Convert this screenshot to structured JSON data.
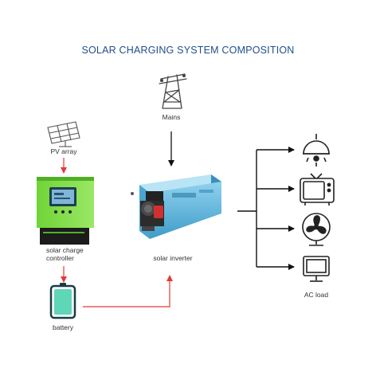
{
  "title": "SOLAR CHARGING SYSTEM COMPOSITION",
  "nodes": {
    "mains": "Mains",
    "pv_array": "PV array",
    "controller_line1": "solar charge",
    "controller_line2": "controller",
    "inverter": "solar inverter",
    "battery": "battery",
    "ac_load": "AC load"
  },
  "colors": {
    "title": "#1f4e8c",
    "controller_green": "#6fd437",
    "controller_body": "#1c1c1c",
    "inverter_blue": "#5fb8e0",
    "battery_teal": "#5fd6b8",
    "arrow_red": "#e53935",
    "arrow_black": "#111111"
  },
  "icons": [
    "transmission-tower-icon",
    "solar-panel-icon",
    "ceiling-lamp-icon",
    "tv-icon",
    "fan-icon",
    "monitor-icon"
  ]
}
